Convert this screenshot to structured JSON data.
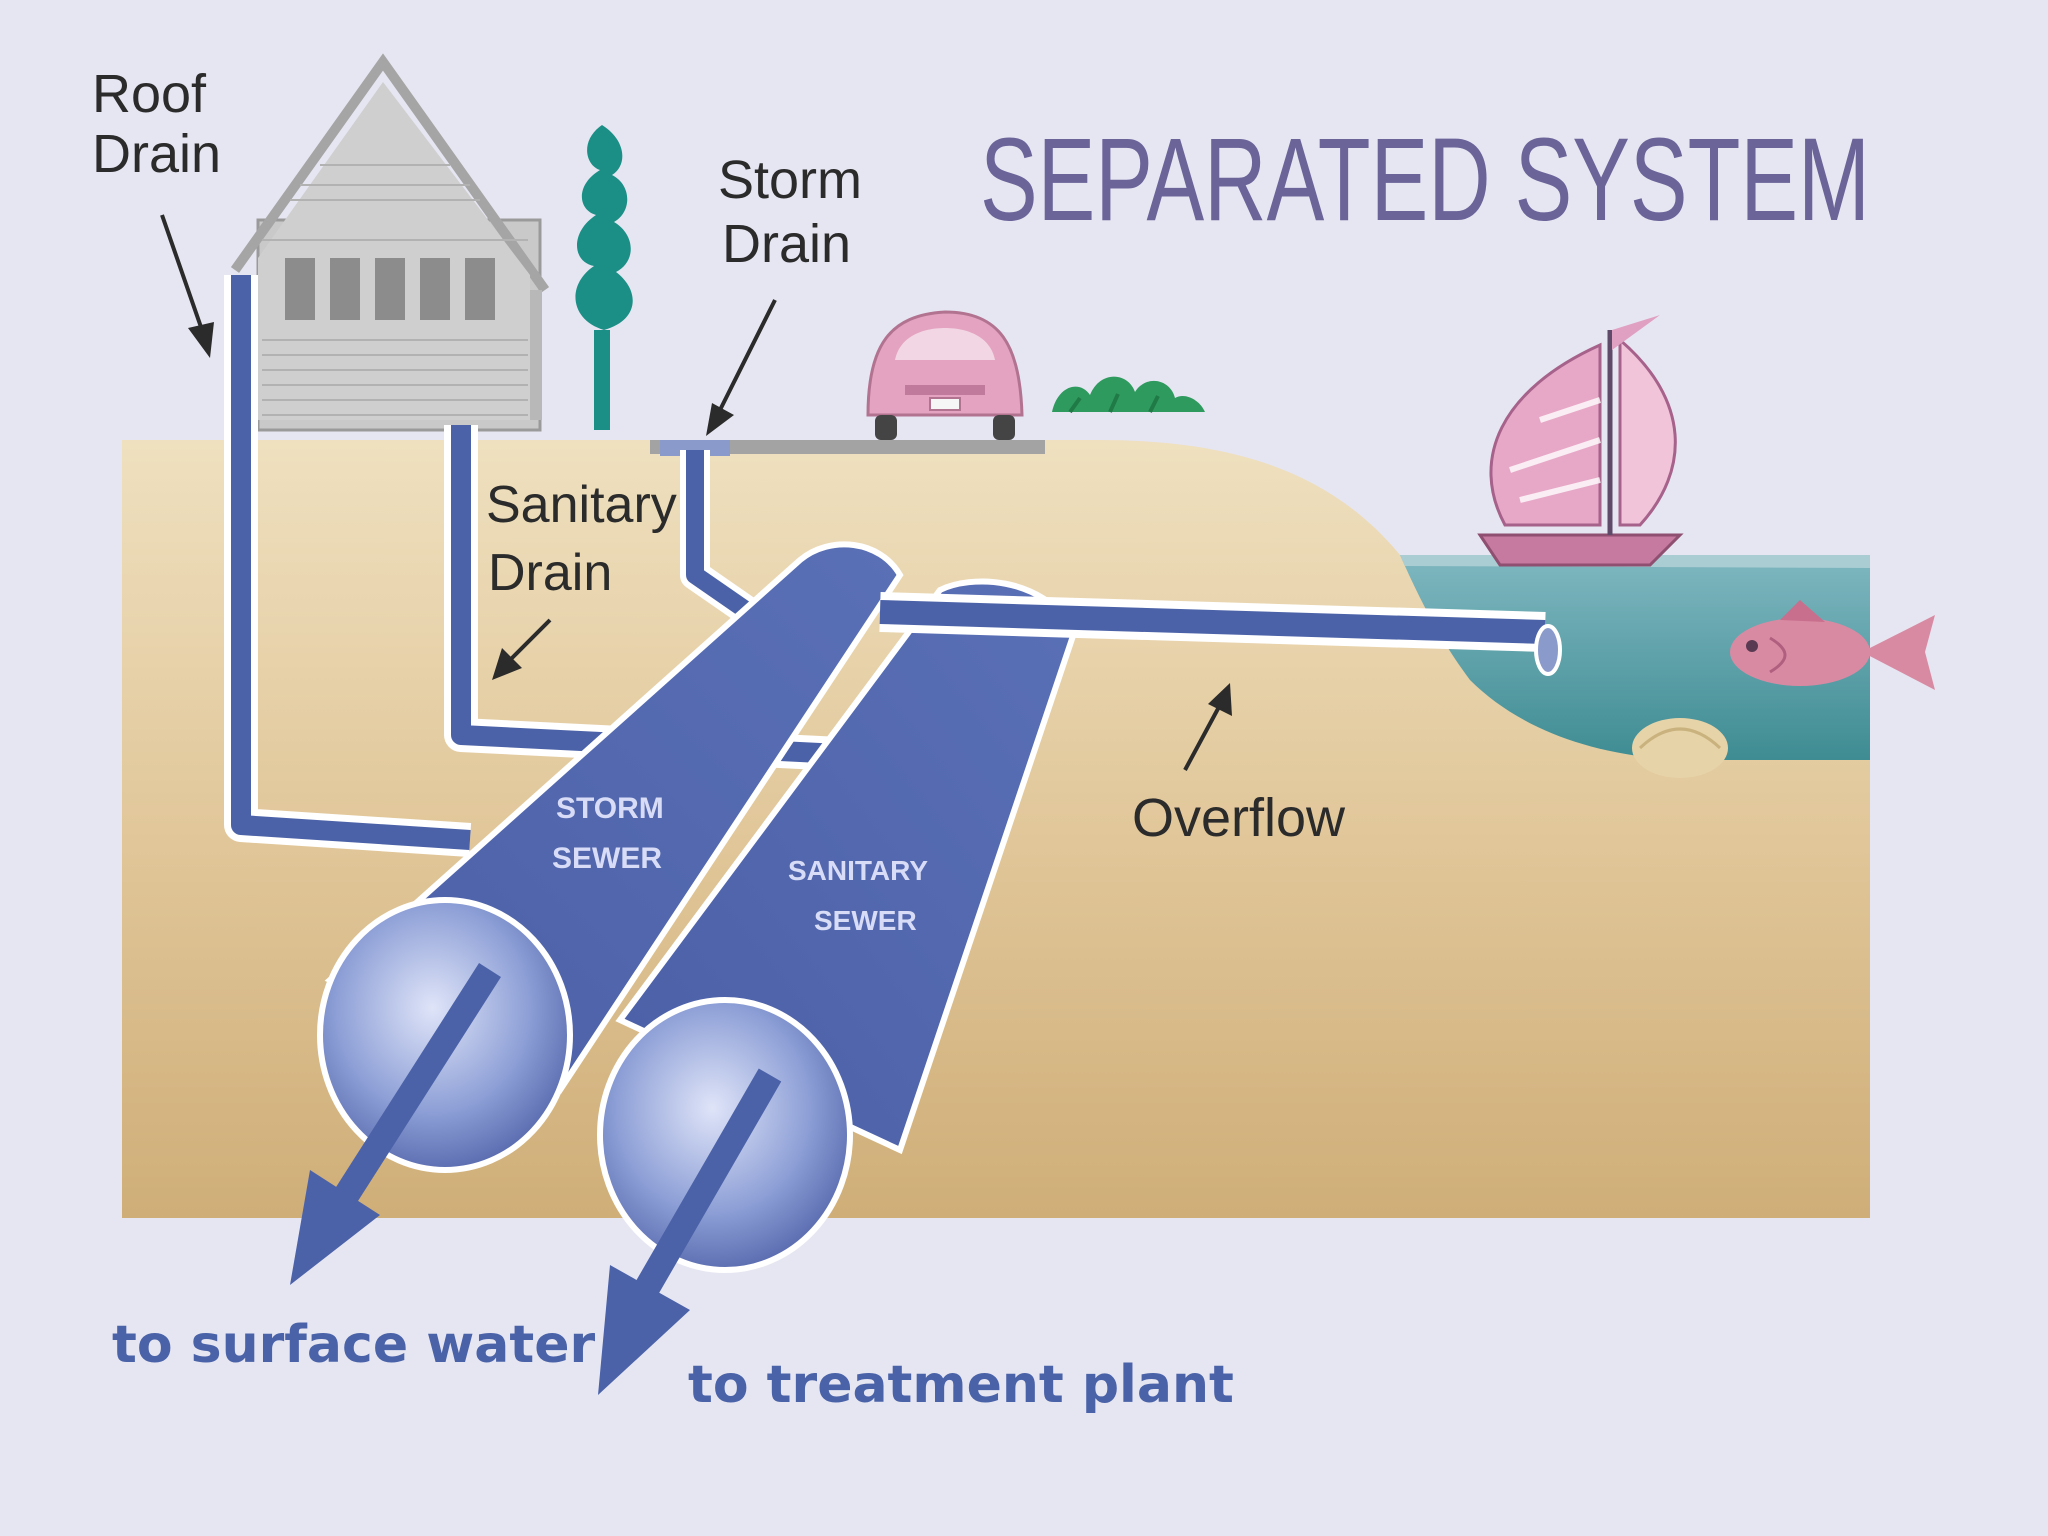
{
  "title": "SEPARATED SYSTEM",
  "labels": {
    "roof_drain": [
      "Roof",
      "Drain"
    ],
    "storm_drain": [
      "Storm",
      "Drain"
    ],
    "sanitary_drain": [
      "Sanitary",
      "Drain"
    ],
    "overflow": "Overflow",
    "storm_sewer": [
      "STORM",
      "SEWER"
    ],
    "sanitary_sewer": [
      "SANITARY",
      "SEWER"
    ],
    "to_surface_water": "to surface water",
    "to_treatment_plant": "to treatment plant"
  },
  "colors": {
    "background": "#e6e6f2",
    "ground": "#d8b886",
    "pipe": "#4b62a8",
    "pipe_light": "#7f94cf",
    "water": "#5d9ea6",
    "house": "#c8c8c8",
    "tree": "#1b8f86",
    "car": "#e3a3c1",
    "title": "#6a6499"
  }
}
